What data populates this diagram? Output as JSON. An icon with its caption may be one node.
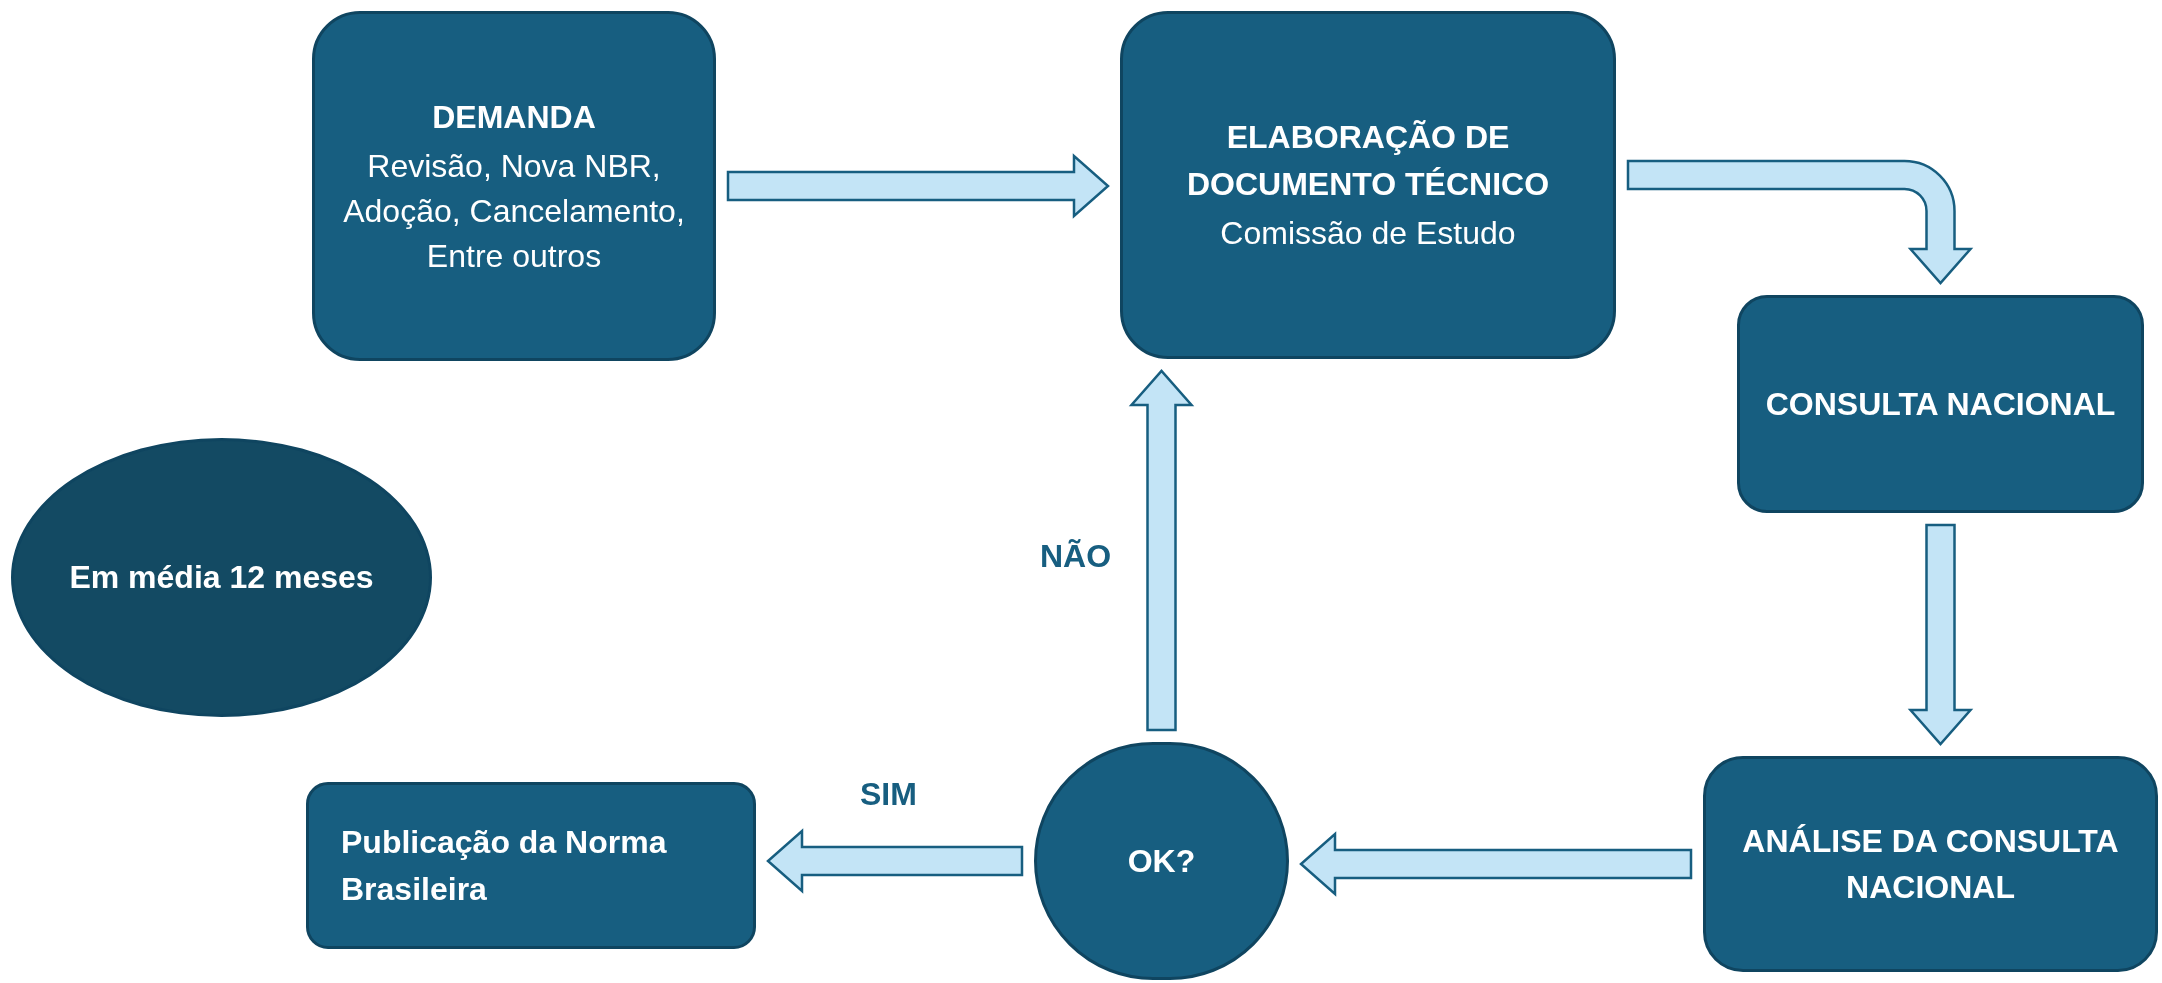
{
  "diagram": {
    "nodes": [
      {
        "text": [
          "DEMANDA",
          "Revisão, Nova NBR, Adoção, Cancelamento, Entre outros"
        ]
      },
      {
        "text": [
          "ELABORAÇÃO DE DOCUMENTO TÉCNICO",
          "Comissão de Estudo"
        ]
      },
      {
        "text": [
          "CONSULTA NACIONAL"
        ]
      },
      {
        "text": [
          "ANÁLISE DA CONSULTA NACIONAL"
        ]
      },
      {
        "text": [
          "OK?"
        ]
      },
      {
        "text": [
          "Publicação da Norma Brasileira"
        ]
      },
      {
        "text": [
          "Em média 12 meses"
        ]
      }
    ],
    "edges": [
      {
        "from": 0,
        "to": 1,
        "arrow": "to"
      },
      {
        "from": 1,
        "to": 2,
        "arrow": "to"
      },
      {
        "from": 2,
        "to": 3,
        "arrow": "to"
      },
      {
        "from": 3,
        "to": 4,
        "arrow": "to"
      },
      {
        "from": 4,
        "to": 5,
        "arrow": "to",
        "label": "SIM"
      },
      {
        "from": 4,
        "to": 1,
        "arrow": "to",
        "label": "NÃO"
      }
    ]
  }
}
